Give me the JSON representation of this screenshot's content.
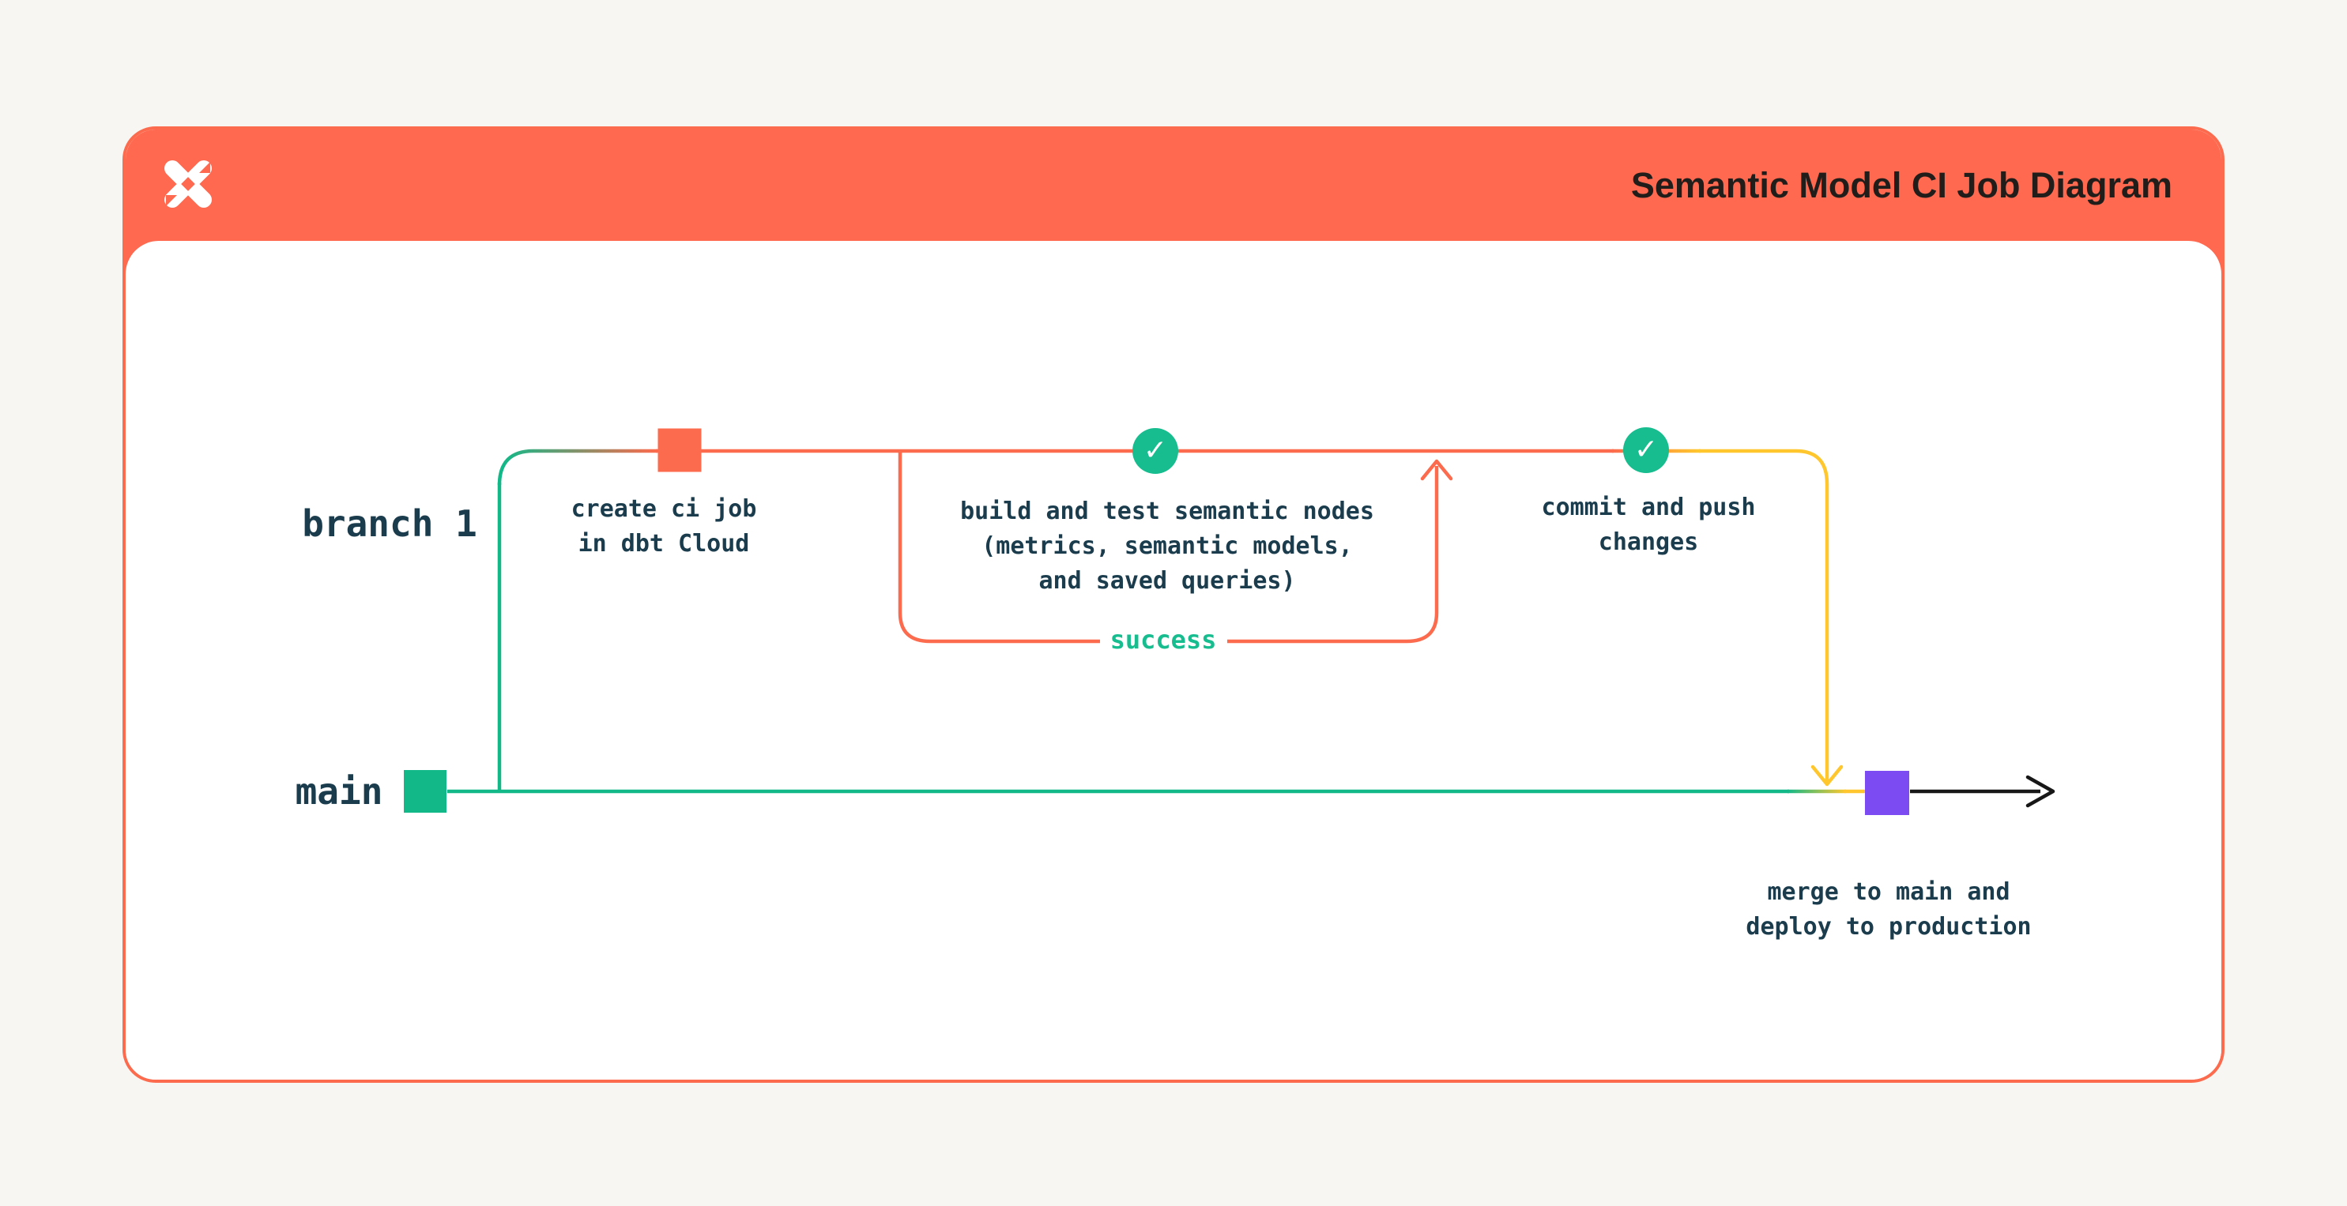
{
  "header": {
    "title": "Semantic Model CI Job Diagram",
    "logo": "dbt-logo"
  },
  "colors": {
    "bg": "#f7f6f3",
    "header-orange": "#ff6950",
    "line-orange": "#fc6b4d",
    "green": "#12b888",
    "green-bright": "#17bd8e",
    "yellow": "#ffc72d",
    "purple": "#7c4bf2",
    "black": "#171717",
    "ink": "#1a3c4c",
    "title-ink": "#211d1b"
  },
  "diagram": {
    "branch1": {
      "label": "branch 1"
    },
    "main": {
      "label": "main"
    },
    "checkmark": "✓",
    "loop": {
      "label": "success"
    },
    "nodes": {
      "create_ci": {
        "lines": [
          "create ci job",
          "in dbt Cloud"
        ]
      },
      "build_test": {
        "lines": [
          "build and test semantic nodes",
          "(metrics, semantic models,",
          "and saved queries)"
        ]
      },
      "commit_push": {
        "lines": [
          "commit and push",
          "changes"
        ]
      },
      "merge": {
        "lines": [
          "merge to main and",
          "deploy to production"
        ]
      }
    }
  }
}
